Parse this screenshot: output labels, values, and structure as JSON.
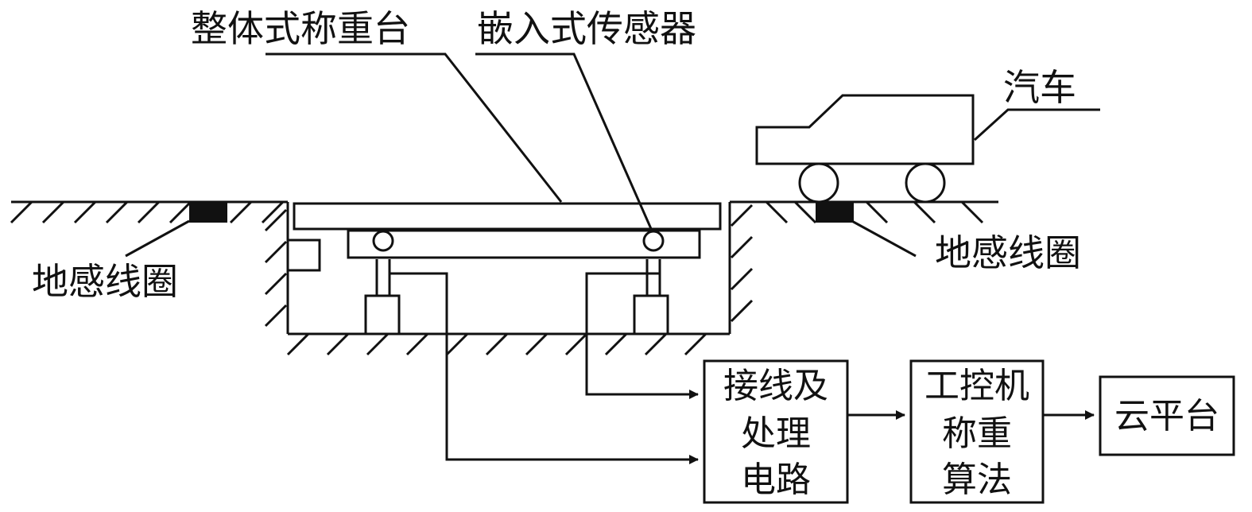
{
  "labels": {
    "platform": "整体式称重台",
    "sensor": "嵌入式传感器",
    "car": "汽车",
    "coil_left": "地感线圈",
    "coil_right": "地感线圈"
  },
  "boxes": {
    "wiring": [
      "接线及",
      "处理",
      "电路"
    ],
    "ipc": [
      "工控机",
      "称重",
      "算法"
    ],
    "cloud": "云平台"
  }
}
